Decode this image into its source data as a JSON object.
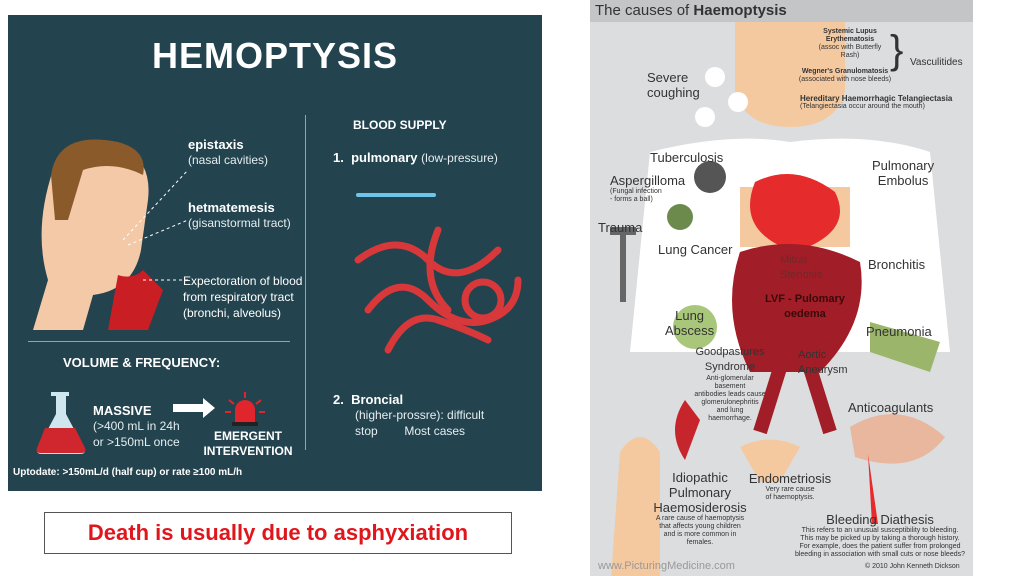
{
  "left_panel": {
    "title": "HEMOPTYSIS",
    "epistaxis": {
      "label": "epistaxis",
      "sub": "(nasal cavities)"
    },
    "hematemesis": {
      "label": "hetmatemesis",
      "sub": "(gisanstormal tract)"
    },
    "expectoration": [
      "Expectoration of blood",
      "from respiratory tract",
      "(bronchi, alveolus)"
    ],
    "volume_heading": "VOLUME & FREQUENCY:",
    "massive": {
      "label": "MASSIVE",
      "lines": [
        "(>400 mL in 24h",
        "or >150mL once"
      ]
    },
    "emergent": [
      "EMERGENT",
      "INTERVENTION"
    ],
    "footnote": "Uptodate: >150mL/d (half cup) or rate ≥100 mL/h",
    "blood_supply": "BLOOD SUPPLY",
    "pulmonary": {
      "num": "1.",
      "label": "pulmonary",
      "sub": "(low-pressure)"
    },
    "bronchial": {
      "num": "2.",
      "label": "Broncial",
      "lines": [
        "(higher-prossre): difficult",
        "stop        Most cases"
      ]
    }
  },
  "caption": "Death is usually due to asphyxiation",
  "right_panel": {
    "title_prefix": "The causes of ",
    "title_bold": "Haemoptysis",
    "sle": [
      "Systemic Lupus",
      "Erythematosis",
      "(assoc with Butterfly Rash)"
    ],
    "wegner": [
      "Wegner's Granulomatosis",
      "(associated with nose bleeds)"
    ],
    "vasculitides": "Vasculitides",
    "hht": [
      "Hereditary Haemorrhagic Telangiectasia",
      "(Telangiectasia occur around the mouth)"
    ],
    "severe_coughing": [
      "Severe",
      "coughing"
    ],
    "tuberculosis": "Tuberculosis",
    "aspergilloma": [
      "Aspergilloma",
      "(Fungal infection",
      "- forms a ball)"
    ],
    "pulmonary_embolus": [
      "Pulmonary",
      "Embolus"
    ],
    "trauma": "Trauma",
    "lung_cancer": "Lung Cancer",
    "mitral": [
      "Mitral",
      "Stenosis"
    ],
    "bronchitis": "Bronchitis",
    "lvf": [
      "LVF - Pulomary",
      "oedema"
    ],
    "lung_abscess": [
      "Lung",
      "Abscess"
    ],
    "pneumonia": "Pneumonia",
    "goodpastures": [
      "Goodpastures",
      "Syndrome",
      "Anti-glomerular basement",
      "antibodies leads cause",
      "glomerulonephritis",
      "and lung",
      "haemorrhage."
    ],
    "aortic": [
      "Aortic",
      "Aneurysm"
    ],
    "anticoagulants": "Anticoagulants",
    "ipH": [
      "Idiopathic",
      "Pulmonary",
      "Haemosiderosis",
      "A rare cause of haemoptysis",
      "that affects young children",
      "and is more common in",
      "females."
    ],
    "endometriosis": [
      "Endometriosis",
      "Very rare cause",
      "of haemoptysis."
    ],
    "bleeding": [
      "Bleeding Diathesis",
      "This refers to an unusual susceptibility to bleeding.",
      "This may be picked up by taking a thorough history.",
      "For example, does the patient suffer from prolonged",
      "bleeding in association with small cuts or nose bleeds?"
    ],
    "website": "www.PicturingMedicine.com",
    "copyright": "© 2010 John Kenneth Dickson"
  }
}
